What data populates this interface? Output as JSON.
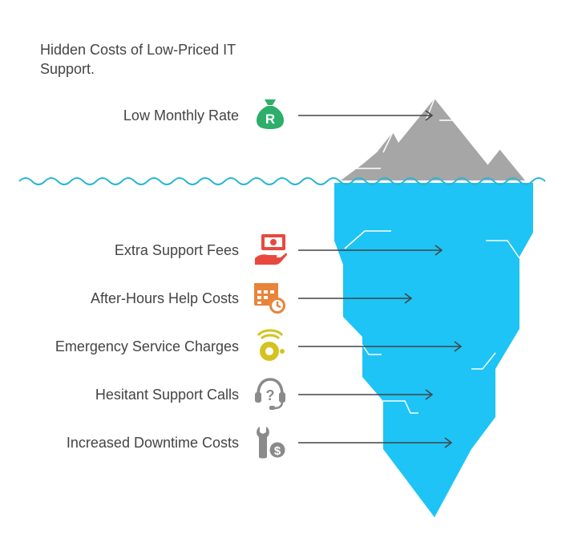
{
  "title": "Hidden Costs of Low-Priced IT Support.",
  "items": [
    {
      "label": "Low Monthly Rate",
      "icon": "money-bag-rand-icon",
      "color": "#2eae6b",
      "zone": "above-water"
    },
    {
      "label": "Extra Support Fees",
      "icon": "hand-holding-cash-icon",
      "color": "#e8493f",
      "zone": "below-water"
    },
    {
      "label": "After-Hours Help Costs",
      "icon": "calendar-clock-icon",
      "color": "#e8843a",
      "zone": "below-water"
    },
    {
      "label": "Emergency Service Charges",
      "icon": "alarm-bell-icon",
      "color": "#d6c21e",
      "zone": "below-water"
    },
    {
      "label": "Hesitant Support Calls",
      "icon": "headset-question-icon",
      "color": "#8a8a8a",
      "zone": "below-water"
    },
    {
      "label": "Increased Downtime Costs",
      "icon": "wrench-dollar-icon",
      "color": "#8a8a8a",
      "zone": "below-water"
    }
  ],
  "colors": {
    "water_line": "#29b6d8",
    "iceberg_underwater": "#1dc4f5",
    "iceberg_tip": "#a6a6a6",
    "arrow": "#444444"
  }
}
